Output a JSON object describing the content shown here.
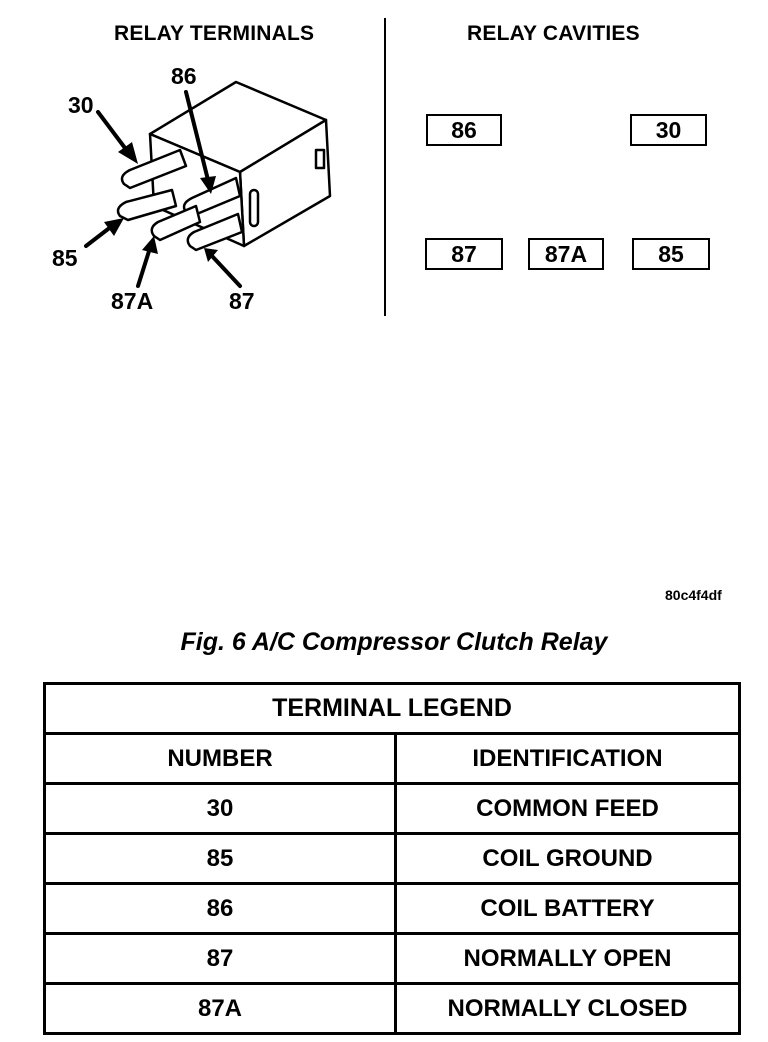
{
  "diagram": {
    "left_heading": "RELAY TERMINALS",
    "right_heading": "RELAY CAVITIES",
    "terminal_labels": {
      "t30": "30",
      "t86": "86",
      "t85": "85",
      "t87a": "87A",
      "t87": "87"
    },
    "cavities": {
      "c86": "86",
      "c30": "30",
      "c87": "87",
      "c87a": "87A",
      "c85": "85"
    },
    "image_code": "80c4f4df",
    "caption": "Fig. 6 A/C Compressor Clutch Relay"
  },
  "legend": {
    "title": "TERMINAL LEGEND",
    "columns": [
      "NUMBER",
      "IDENTIFICATION"
    ],
    "rows": [
      {
        "number": "30",
        "identification": "COMMON FEED"
      },
      {
        "number": "85",
        "identification": "COIL GROUND"
      },
      {
        "number": "86",
        "identification": "COIL BATTERY"
      },
      {
        "number": "87",
        "identification": "NORMALLY OPEN"
      },
      {
        "number": "87A",
        "identification": "NORMALLY CLOSED"
      }
    ]
  }
}
